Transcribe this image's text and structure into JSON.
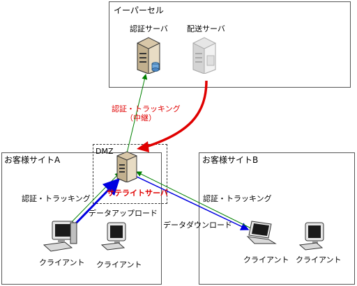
{
  "zones": {
    "eparcel": {
      "title": "イーパーセル"
    },
    "siteA": {
      "title": "お客様サイトA"
    },
    "siteB": {
      "title": "お客様サイトB"
    },
    "dmz": {
      "title": "DMZ"
    }
  },
  "servers": {
    "auth": {
      "label": "認証サーバ"
    },
    "delivery": {
      "label": "配送サーバ"
    },
    "satellite": {
      "label": "サテライトサーバ"
    }
  },
  "clients": {
    "a1": {
      "label": "クライアント"
    },
    "a2": {
      "label": "クライアント"
    },
    "b1": {
      "label": "クライアント"
    },
    "b2": {
      "label": "クライアント"
    }
  },
  "flows": {
    "relay_line1": "認証・トラッキング",
    "relay_line2": "（中継）",
    "auth_tracking_a": "認証・トラッキング",
    "auth_tracking_b": "認証・トラッキング",
    "upload": "データアップロード",
    "download": "データダウンロード"
  },
  "colors": {
    "relay_arrow": "#e00000",
    "auth_line": "#008000",
    "data_arrow": "#0000e0"
  }
}
